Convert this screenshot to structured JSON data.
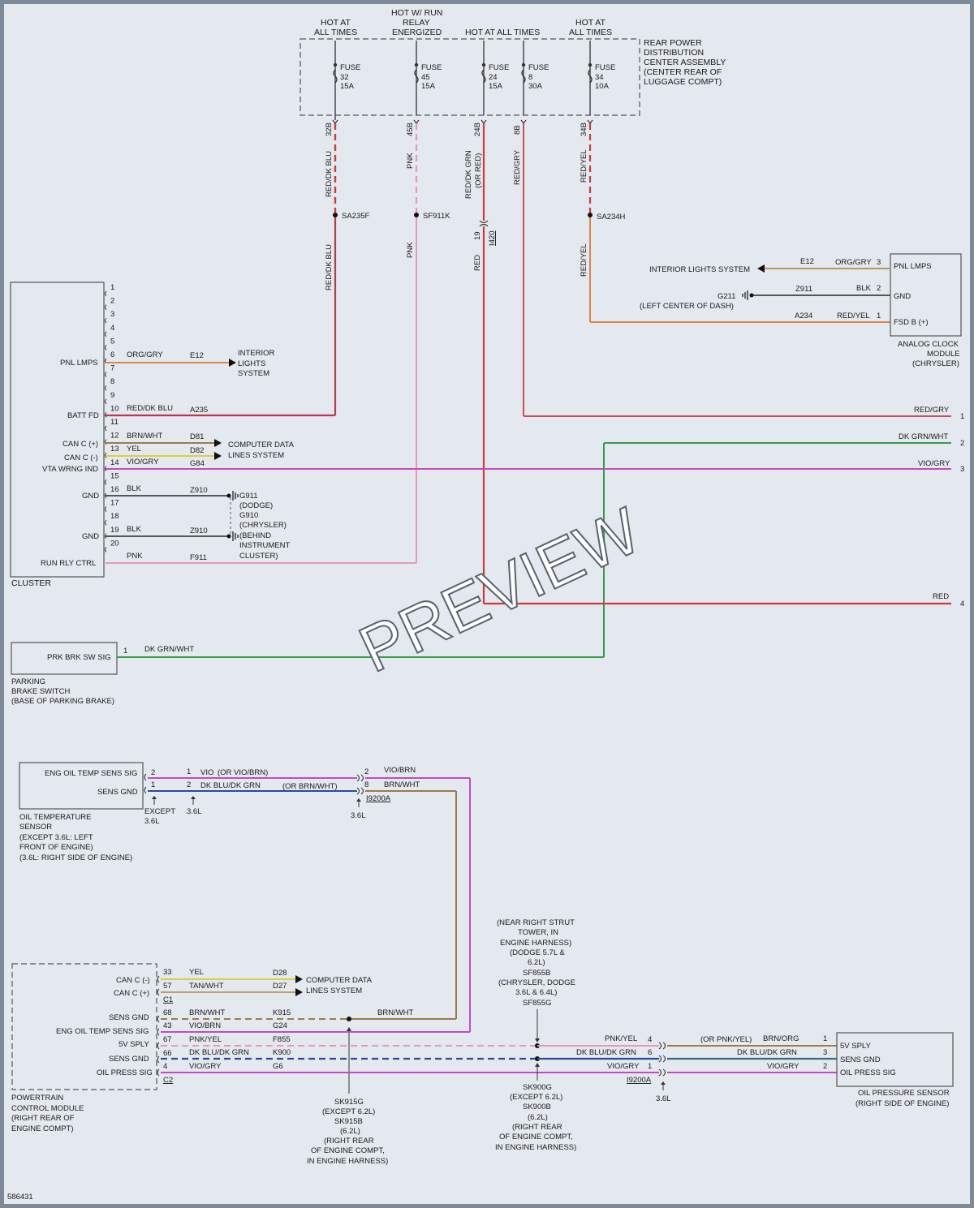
{
  "watermark": "PREVIEW",
  "figure_id": "586431",
  "colors": {
    "background": "#e4e8ef",
    "frame": "#7f8a98",
    "red": "#d23a3a",
    "pink": "#e59ab4",
    "orange": "#d8884a",
    "brown": "#9a7c4a",
    "violet": "#c44ac4",
    "green": "#3a9a4a",
    "yellow": "#d8d040",
    "dkblue": "#2a4a9a",
    "gray": "#707070"
  },
  "fuse_panel": {
    "title": [
      "REAR POWER",
      "DISTRIBUTION",
      "CENTER ASSEMBLY",
      "(CENTER REAR OF",
      "LUGGAGE COMPT)"
    ],
    "supply_labels": {
      "hot1": [
        "HOT AT",
        "ALL TIMES"
      ],
      "run": [
        "HOT W/ RUN",
        "RELAY",
        "ENERGIZED"
      ],
      "hot2": "HOT AT ALL TIMES",
      "hot3": [
        "HOT AT",
        "ALL TIMES"
      ]
    },
    "fuses": [
      {
        "word": "FUSE",
        "num": "32",
        "amp": "15A",
        "pin": "32B",
        "wire": "RED/DK BLU",
        "splice": "SA235F"
      },
      {
        "word": "FUSE",
        "num": "45",
        "amp": "15A",
        "pin": "45B",
        "wire": "PNK",
        "splice": "SF911K"
      },
      {
        "word": "FUSE",
        "num": "24",
        "amp": "15A",
        "pin": "24B",
        "wire": "RED/DK GRN",
        "wire2": "(OR RED)",
        "conn_pin": "19",
        "conn": "I420"
      },
      {
        "word": "FUSE",
        "num": "8",
        "amp": "30A",
        "pin": "8B",
        "wire": "RED/GRY"
      },
      {
        "word": "FUSE",
        "num": "34",
        "amp": "10A",
        "pin": "34B",
        "wire": "RED/YEL",
        "splice": "SA234H"
      }
    ],
    "lower_wires": [
      "RED/DK BLU",
      "PNK",
      "RED",
      "RED/YEL"
    ]
  },
  "cluster": {
    "name": "CLUSTER",
    "pins": [
      "1",
      "2",
      "3",
      "4",
      "5",
      "6",
      "7",
      "8",
      "9",
      "10",
      "11",
      "12",
      "13",
      "14",
      "15",
      "16",
      "17",
      "18",
      "19",
      "20"
    ],
    "signals": [
      {
        "name": "PNL LMPS",
        "pin": "6",
        "color": "ORG/GRY",
        "circuit": "E12"
      },
      {
        "name": "BATT FD",
        "pin": "10",
        "color": "RED/DK BLU",
        "circuit": "A235"
      },
      {
        "name": "CAN C (+)",
        "pin": "12",
        "color": "BRN/WHT",
        "circuit": "D81"
      },
      {
        "name": "CAN C (-)",
        "pin": "13",
        "color": "YEL",
        "circuit": "D82"
      },
      {
        "name": "VTA WRNG IND",
        "pin": "14",
        "color": "VIO/GRY",
        "circuit": "G84"
      },
      {
        "name": "GND",
        "pin": "16",
        "color": "BLK",
        "circuit": "Z910"
      },
      {
        "name": "GND",
        "pin": "19",
        "color": "BLK",
        "circuit": "Z910"
      },
      {
        "name": "RUN RLY CTRL",
        "pin": "20",
        "color": "PNK",
        "circuit": "F911"
      }
    ],
    "interior_lights": [
      "INTERIOR",
      "LIGHTS",
      "SYSTEM"
    ],
    "data_lines": [
      "COMPUTER DATA",
      "LINES SYSTEM"
    ],
    "grounds": [
      "G911",
      "(DODGE)",
      "G910",
      "(CHRYSLER)",
      "(BEHIND",
      "INSTRUMENT",
      "CLUSTER)"
    ]
  },
  "clock": {
    "name": [
      "ANALOG CLOCK",
      "MODULE",
      "(CHRYSLER)"
    ],
    "pins": [
      {
        "name": "PNL LMPS",
        "pin": "3",
        "color": "ORG/GRY",
        "circuit": "E12"
      },
      {
        "name": "GND",
        "pin": "2",
        "color": "BLK",
        "circuit": "Z911"
      },
      {
        "name": "FSD B (+)",
        "pin": "1",
        "color": "RED/YEL",
        "circuit": "A234"
      }
    ],
    "lights_label": "INTERIOR LIGHTS SYSTEM",
    "ground": "G211",
    "ground_loc": "(LEFT CENTER OF DASH)"
  },
  "right_exits": [
    {
      "color": "RED/GRY",
      "num": "1"
    },
    {
      "color": "DK GRN/WHT",
      "num": "2"
    },
    {
      "color": "VIO/GRY",
      "num": "3"
    },
    {
      "color": "RED",
      "num": "4"
    }
  ],
  "parking_brake": {
    "signal": "PRK BRK SW SIG",
    "pin": "1",
    "color": "DK GRN/WHT",
    "name": [
      "PARKING",
      "BRAKE SWITCH",
      "(BASE OF PARKING BRAKE)"
    ]
  },
  "oil_temp": {
    "sig": "ENG OIL TEMP SENS SIG",
    "gnd": "SENS GND",
    "name": [
      "OIL TEMPERATURE",
      "SENSOR",
      "(EXCEPT 3.6L: LEFT",
      "FRONT OF ENGINE)",
      "(3.6L: RIGHT SIDE OF ENGINE)"
    ],
    "pin_a": "2",
    "pin_b": "1",
    "alt_a": "1",
    "alt_b": "2",
    "wire_a": "VIO",
    "wire_a_alt": "(OR VIO/BRN)",
    "wire_b": "DK BLU/DK GRN",
    "wire_b_alt": "(OR BRN/WHT)",
    "except": [
      "EXCEPT",
      "3.6L"
    ],
    "v36": "3.6L",
    "conn_pin_a": "2",
    "conn_pin_b": "8",
    "conn_wire_a": "VIO/BRN",
    "conn_wire_b": "BRN/WHT",
    "conn": "I9200A",
    "conn_note": "3.6L"
  },
  "pcm": {
    "name": [
      "POWERTRAIN",
      "CONTROL MODULE",
      "(RIGHT REAR OF",
      "ENGINE COMPT)"
    ],
    "c1": "C1",
    "c2": "C2",
    "pins": [
      {
        "name": "CAN C (-)",
        "pin": "33",
        "color": "YEL",
        "circuit": "D28"
      },
      {
        "name": "CAN C (+)",
        "pin": "57",
        "color": "TAN/WHT",
        "circuit": "D27"
      },
      {
        "name": "SENS GND",
        "pin": "68",
        "color": "BRN/WHT",
        "circuit": "K915"
      },
      {
        "name": "ENG OIL TEMP SENS SIG",
        "pin": "43",
        "color": "VIO/BRN",
        "circuit": "G24"
      },
      {
        "name": "5V SPLY",
        "pin": "67",
        "color": "PNK/YEL",
        "circuit": "F855"
      },
      {
        "name": "SENS GND",
        "pin": "66",
        "color": "DK BLU/DK GRN",
        "circuit": "K900"
      },
      {
        "name": "OIL PRESS SIG",
        "pin": "4",
        "color": "VIO/GRY",
        "circuit": "G6"
      }
    ],
    "data_lines": [
      "COMPUTER DATA",
      "LINES SYSTEM"
    ],
    "brnwht": "BRN/WHT"
  },
  "splices": {
    "sk915": [
      "SK915G",
      "(EXCEPT 6.2L)",
      "SK915B",
      "(6.2L)",
      "(RIGHT REAR",
      "OF ENGINE COMPT,",
      "IN ENGINE HARNESS)"
    ],
    "sf855": [
      "(NEAR RIGHT STRUT",
      "TOWER, IN",
      "ENGINE HARNESS)",
      "(DODGE 5.7L &",
      "6.2L)",
      "SF855B",
      "(CHRYSLER, DODGE",
      "3.6L & 6.4L)",
      "SF855G"
    ],
    "sk900": [
      "SK900G",
      "(EXCEPT 6.2L)",
      "SK900B",
      "(6.2L)",
      "(RIGHT REAR",
      "OF ENGINE COMPT,",
      "IN ENGINE HARNESS)"
    ]
  },
  "oil_press": {
    "name": [
      "OIL PRESSURE SENSOR",
      "(RIGHT SIDE OF ENGINE)"
    ],
    "pins": [
      {
        "name": "5V SPLY",
        "pin": "1",
        "color": "BRN/ORG",
        "mid_color": "PNK/YEL",
        "mid_alt": "(OR PNK/YEL)",
        "conn_pin": "4"
      },
      {
        "name": "SENS GND",
        "pin": "3",
        "color": "DK BLU/DK GRN",
        "mid_color": "DK BLU/DK GRN",
        "conn_pin": "6"
      },
      {
        "name": "OIL PRESS SIG",
        "pin": "2",
        "color": "VIO/GRY",
        "mid_color": "VIO/GRY",
        "conn_pin": "1"
      }
    ],
    "conn": "I9200A",
    "conn_note": "3.6L"
  }
}
